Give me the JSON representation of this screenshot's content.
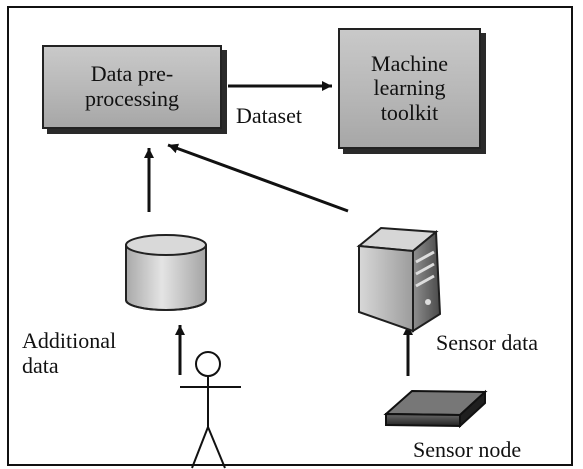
{
  "nodes": {
    "preprocessing": "Data pre-\nprocessing",
    "ml_toolkit": "Machine\nlearning\ntoolkit"
  },
  "labels": {
    "dataset": "Dataset",
    "additional_data": "Additional\ndata",
    "sensor_data": "Sensor data",
    "sensor_node": "Sensor node"
  },
  "icons": {
    "database": "database-icon",
    "server": "server-icon",
    "user": "user-icon",
    "sensor_node": "sensor-node-icon"
  }
}
